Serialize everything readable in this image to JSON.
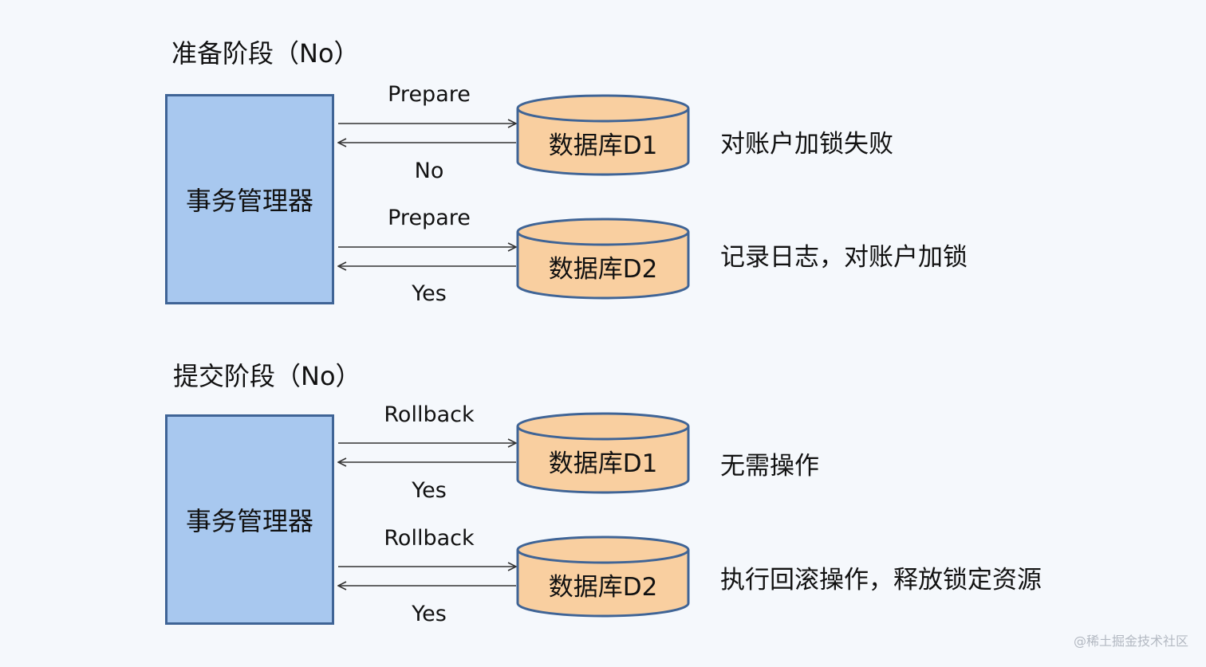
{
  "phases": [
    {
      "title": "准备阶段（No）",
      "manager_label": "事务管理器",
      "rows": [
        {
          "request": "Prepare",
          "response": "No",
          "db_label": "数据库D1",
          "note": "对账户加锁失败"
        },
        {
          "request": "Prepare",
          "response": "Yes",
          "db_label": "数据库D2",
          "note": "记录日志，对账户加锁"
        }
      ]
    },
    {
      "title": "提交阶段（No）",
      "manager_label": "事务管理器",
      "rows": [
        {
          "request": "Rollback",
          "response": "Yes",
          "db_label": "数据库D1",
          "note": "无需操作"
        },
        {
          "request": "Rollback",
          "response": "Yes",
          "db_label": "数据库D2",
          "note": "执行回滚操作，释放锁定资源"
        }
      ]
    }
  ],
  "watermark": "@稀土掘金技术社区",
  "colors": {
    "background": "#F5F8FC",
    "manager_fill": "#A8C8EF",
    "manager_border": "#3F6496",
    "db_fill": "#F9CFA0",
    "db_border": "#3F6496",
    "arrow": "#333333"
  }
}
